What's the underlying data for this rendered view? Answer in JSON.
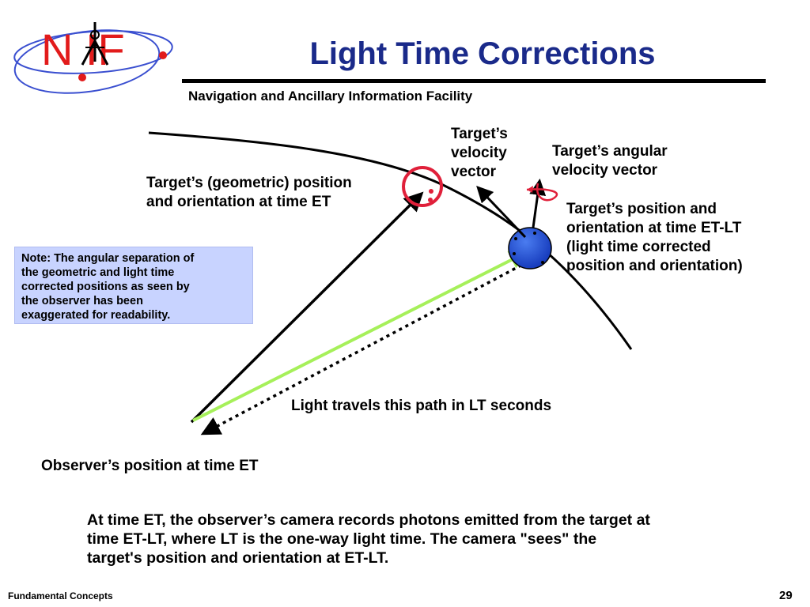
{
  "logo": {
    "text": "N IF",
    "colors": {
      "letters": "#e21b1b",
      "orbits": "#3a4fd0",
      "icon": "#000000"
    }
  },
  "header": {
    "title": "Light Time Corrections",
    "subtitle": "Navigation and Ancillary Information Facility",
    "title_color": "#1a2a8a"
  },
  "diagram": {
    "labels": {
      "velocity": [
        "Target’s",
        "velocity",
        "vector"
      ],
      "angular_velocity": [
        "Target’s angular",
        "velocity vector"
      ],
      "geometric": [
        "Target’s (geometric) position",
        "and orientation at time ET"
      ],
      "corrected": [
        "Target’s position and",
        "orientation at time ET-LT",
        "(light time corrected",
        "position and orientation)"
      ],
      "light_path": "Light travels this path in LT seconds",
      "observer": "Observer’s position at time ET"
    },
    "colors": {
      "target_body": "#1f4fd8",
      "light_path": "#a6f05a",
      "geometric_marker": "#e0203a",
      "lines": "#000000"
    }
  },
  "note": {
    "lines": [
      "Note: The angular separation of",
      "the geometric and light time",
      "corrected positions as seen by",
      "the observer has been",
      "exaggerated for readability."
    ],
    "background": "#c8d3ff"
  },
  "caption": {
    "lines": [
      "At time ET, the observer’s camera records photons emitted from the target at",
      "time ET-LT, where LT is the one-way light time.  The camera \"sees\" the",
      "target's position and orientation at ET-LT."
    ]
  },
  "footer": {
    "left": "Fundamental Concepts",
    "page_number": "29"
  }
}
